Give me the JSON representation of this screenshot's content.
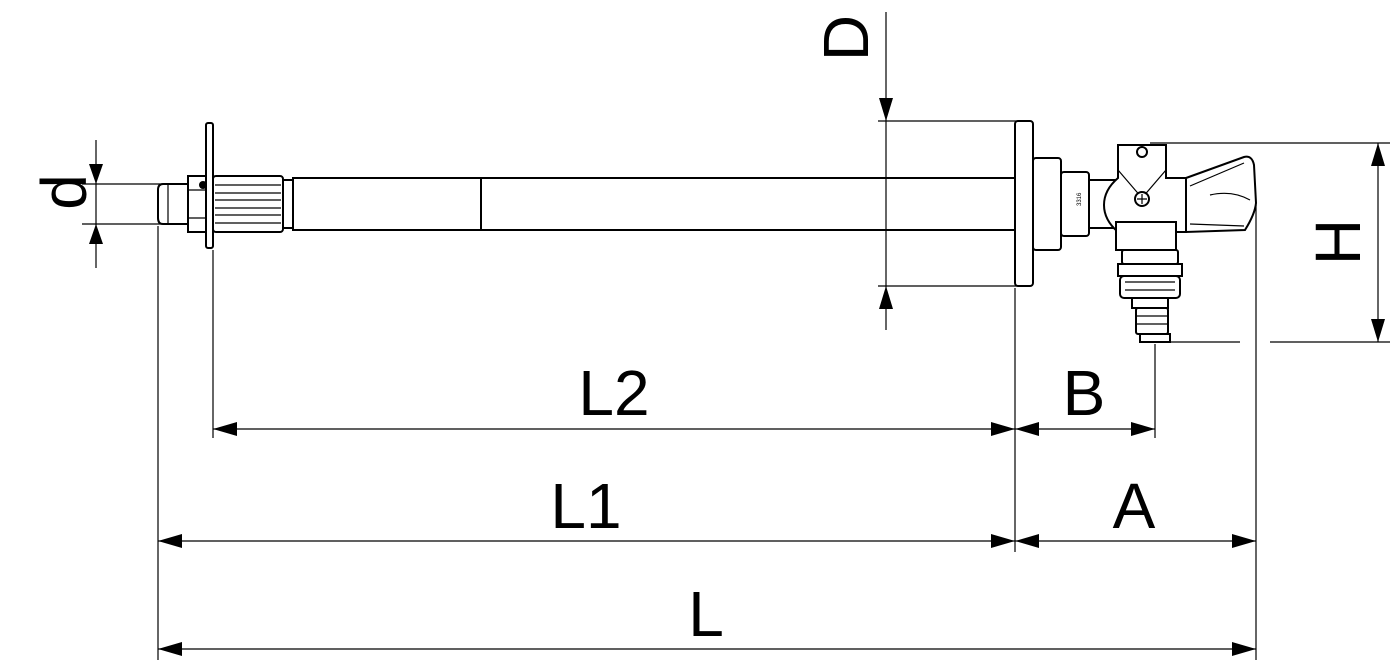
{
  "dimensions": {
    "d": "d",
    "D": "D",
    "H": "H",
    "L2": "L2",
    "B": "B",
    "L1": "L1",
    "A": "A",
    "L": "L"
  }
}
